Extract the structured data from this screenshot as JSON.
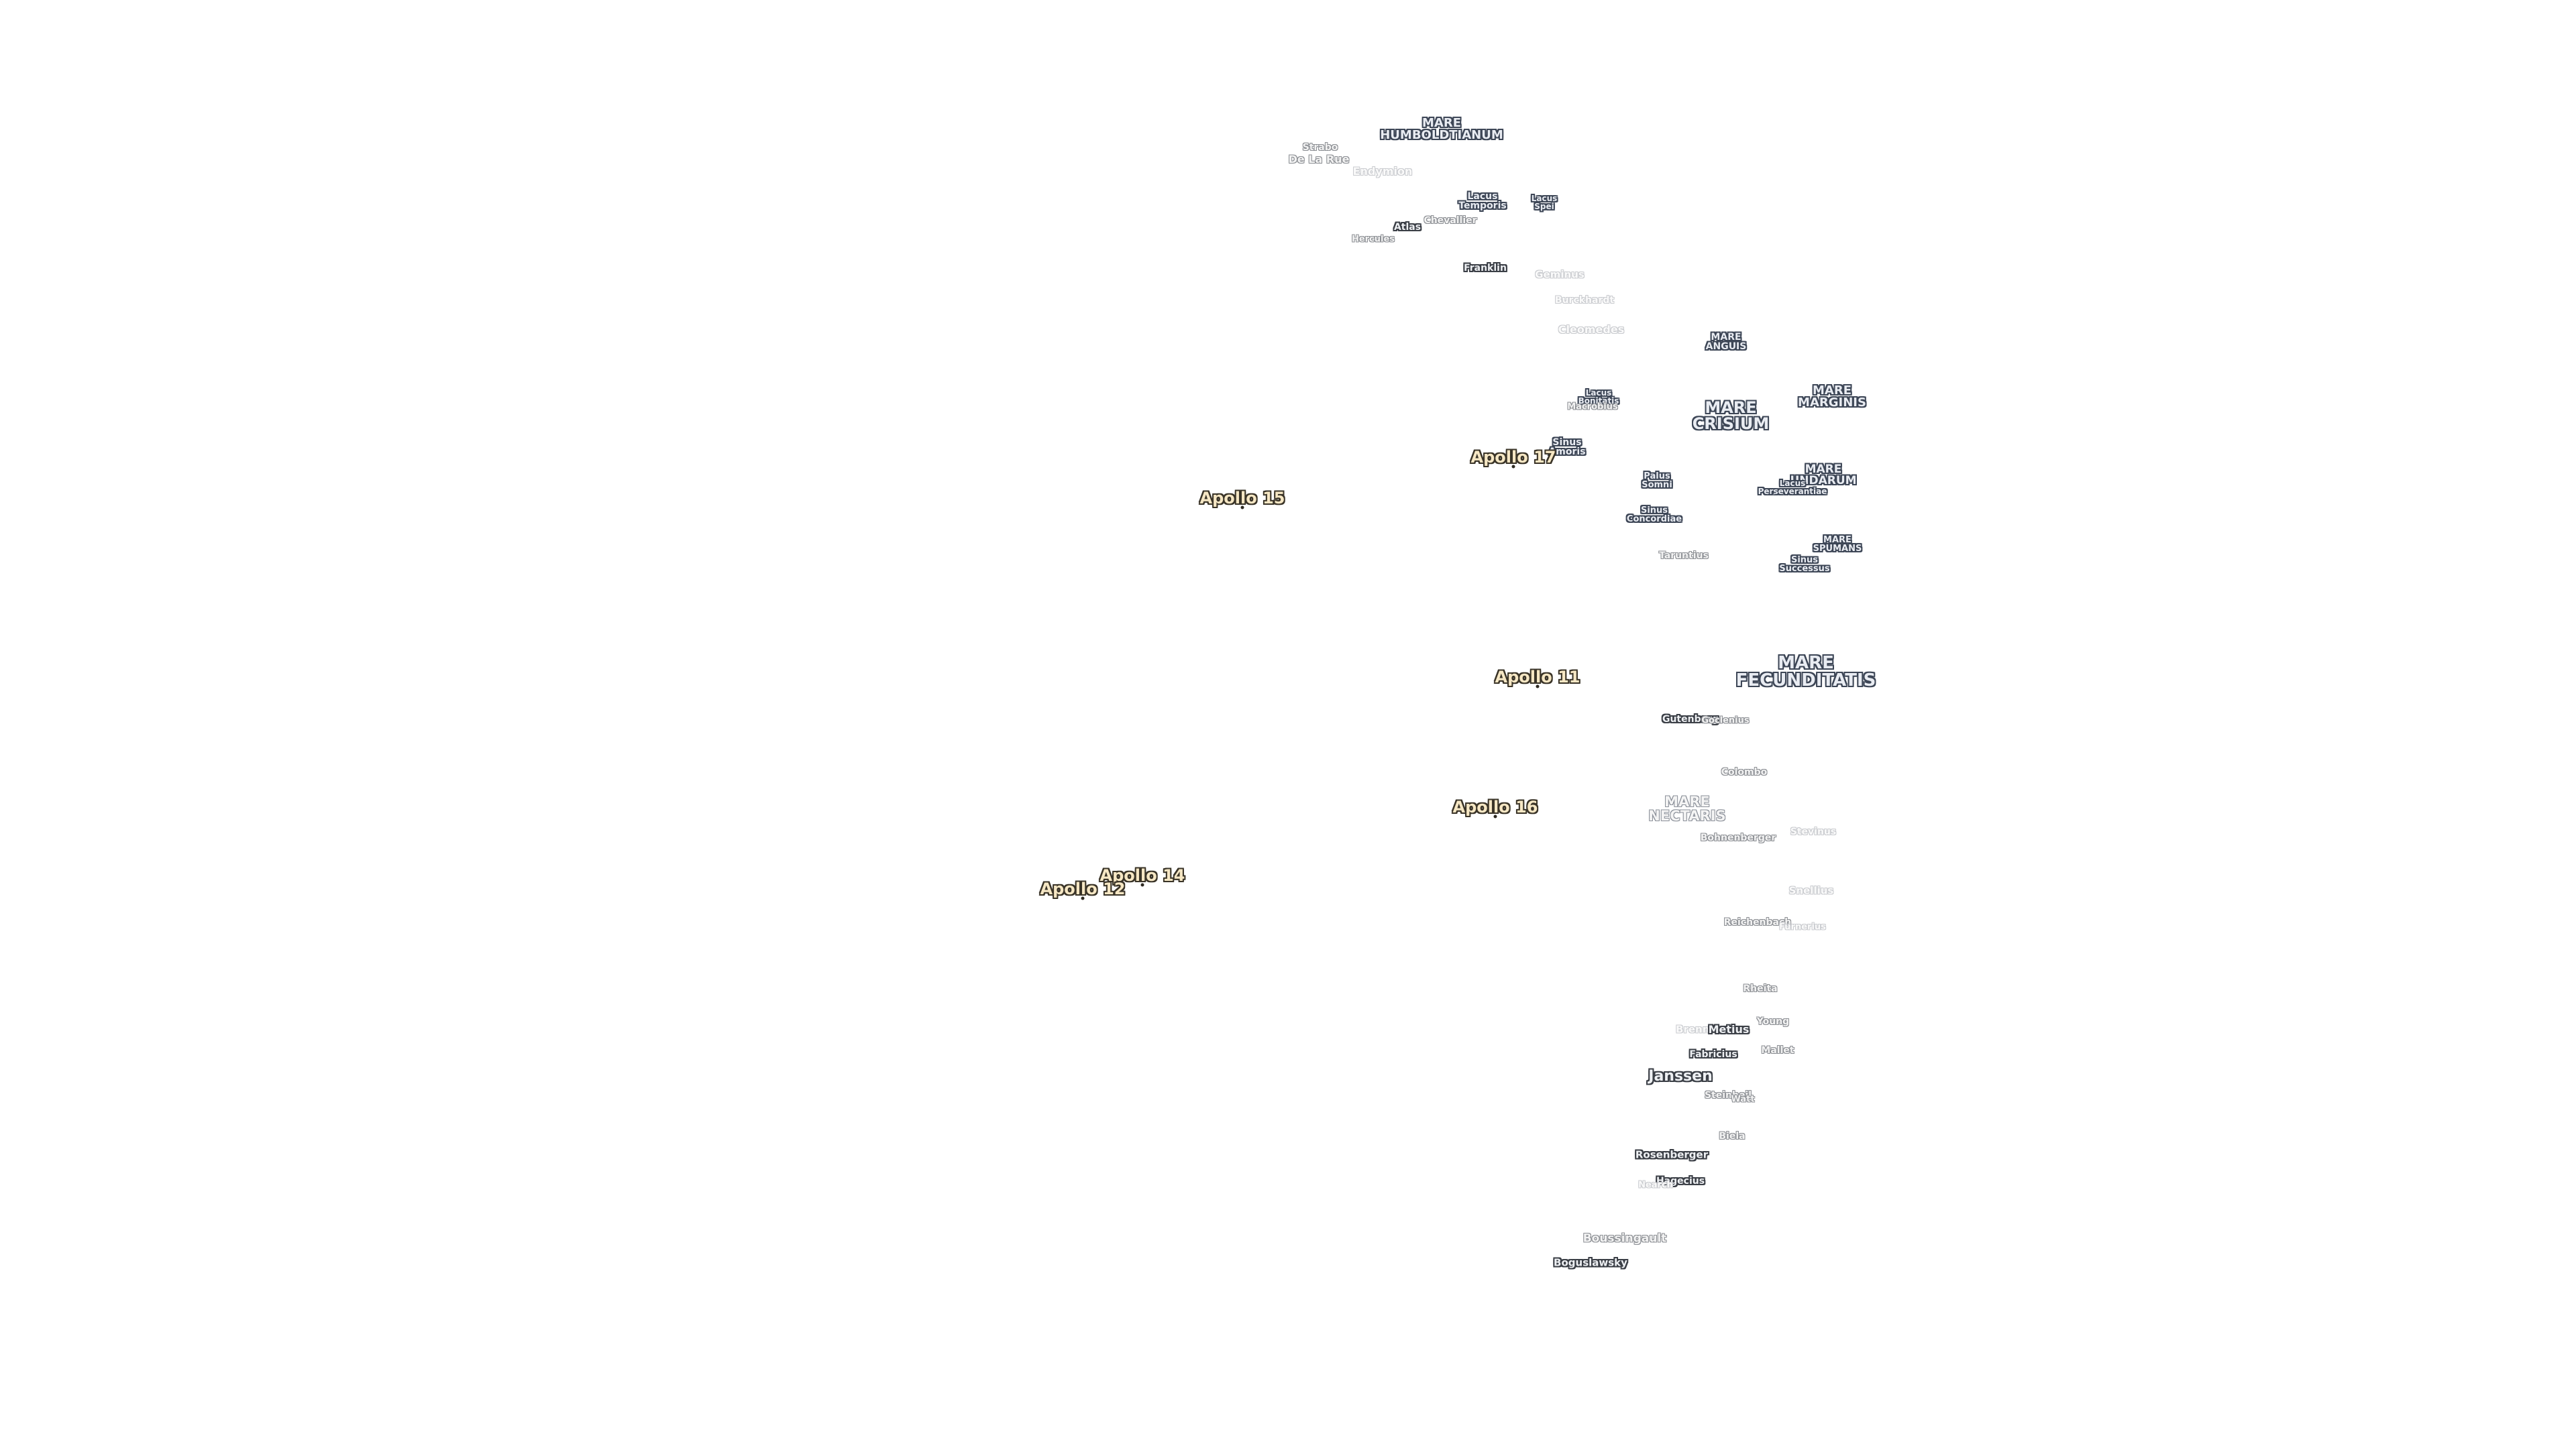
{
  "map": {
    "background": "#ffffff",
    "colors": {
      "mare_fill": "#e9ecf2",
      "mare_outline": "#3d4656",
      "crater_fill": "#eef0f3",
      "crater_outline": "#3b3f46",
      "apollo_fill": "#f6e7c4",
      "apollo_outline": "#3a3428"
    },
    "maria": [
      {
        "id": "mare-humboldtianum",
        "label": "MARE\nHUMBOLDTIANUM"
      },
      {
        "id": "lacus-temporis",
        "label": "Lacus\nTemporis"
      },
      {
        "id": "lacus-spei",
        "label": "Lacus\nSpei"
      },
      {
        "id": "mare-anguis",
        "label": "MARE\nANGUIS"
      },
      {
        "id": "mare-marginis",
        "label": "MARE\nMARGINIS"
      },
      {
        "id": "mare-crisium",
        "label": "MARE\nCRISIUM"
      },
      {
        "id": "lacus-bonitatis",
        "label": "Lacus\nBonitatis"
      },
      {
        "id": "sinus-amoris",
        "label": "Sinus\nAmoris"
      },
      {
        "id": "palus-somni",
        "label": "Palus\nSomni"
      },
      {
        "id": "mare-undarum",
        "label": "MARE\nUNDARUM"
      },
      {
        "id": "lacus-perseverantiae",
        "label": "Lacus\nPerseverantiae"
      },
      {
        "id": "sinus-concordiae",
        "label": "Sinus\nConcordiae"
      },
      {
        "id": "mare-spumans",
        "label": "MARE\nSPUMANS"
      },
      {
        "id": "sinus-successus",
        "label": "Sinus\nSuccessus"
      },
      {
        "id": "mare-fecunditatis",
        "label": "MARE\nFECUNDITATIS"
      },
      {
        "id": "mare-nectaris",
        "label": "MARE\nNECTARIS"
      }
    ],
    "craters": [
      {
        "id": "strabo",
        "label": "Strabo"
      },
      {
        "id": "de-la-rue",
        "label": "De La Rue"
      },
      {
        "id": "endymion",
        "label": "Endymion"
      },
      {
        "id": "atlas",
        "label": "Atlas"
      },
      {
        "id": "chevallier",
        "label": "Chevallier"
      },
      {
        "id": "hercules",
        "label": "Hercules"
      },
      {
        "id": "franklin",
        "label": "Franklin"
      },
      {
        "id": "geminus",
        "label": "Geminus"
      },
      {
        "id": "burckhardt",
        "label": "Burckhardt"
      },
      {
        "id": "cleomedes",
        "label": "Cleomedes"
      },
      {
        "id": "macrobius",
        "label": "Macrobius"
      },
      {
        "id": "taruntius",
        "label": "Taruntius"
      },
      {
        "id": "gutenberg",
        "label": "Gutenberg"
      },
      {
        "id": "goclenius",
        "label": "Goclenius"
      },
      {
        "id": "colombo",
        "label": "Colombo"
      },
      {
        "id": "bohnenberger",
        "label": "Bohnenberger"
      },
      {
        "id": "stevinus",
        "label": "Stevinus"
      },
      {
        "id": "snellius",
        "label": "Snellius"
      },
      {
        "id": "reichenbach",
        "label": "Reichenbach"
      },
      {
        "id": "furnerius",
        "label": "Furnerius"
      },
      {
        "id": "rheita",
        "label": "Rheita"
      },
      {
        "id": "brenner",
        "label": "Brenner"
      },
      {
        "id": "metius",
        "label": "Metius"
      },
      {
        "id": "young",
        "label": "Young"
      },
      {
        "id": "fabricius",
        "label": "Fabricius"
      },
      {
        "id": "mallet",
        "label": "Mallet"
      },
      {
        "id": "janssen",
        "label": "Janssen"
      },
      {
        "id": "steinheil",
        "label": "Steinheil"
      },
      {
        "id": "watt",
        "label": "Watt"
      },
      {
        "id": "biela",
        "label": "Biela"
      },
      {
        "id": "rosenberger",
        "label": "Rosenberger"
      },
      {
        "id": "hagecius",
        "label": "Hagecius"
      },
      {
        "id": "nearch",
        "label": "Nearch"
      },
      {
        "id": "boussingault",
        "label": "Boussingault"
      },
      {
        "id": "boguslawsky",
        "label": "Boguslawsky"
      }
    ],
    "landing_sites": [
      {
        "id": "apollo-17",
        "label": "Apollo 17"
      },
      {
        "id": "apollo-15",
        "label": "Apollo 15"
      },
      {
        "id": "apollo-11",
        "label": "Apollo 11"
      },
      {
        "id": "apollo-16",
        "label": "Apollo 16"
      },
      {
        "id": "apollo-14",
        "label": "Apollo 14"
      },
      {
        "id": "apollo-12",
        "label": "Apollo 12"
      }
    ]
  }
}
